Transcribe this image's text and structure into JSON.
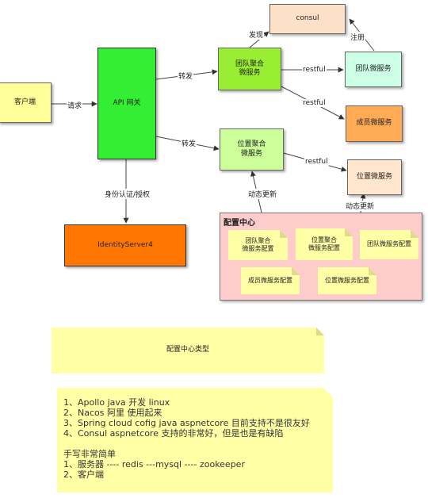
{
  "nodes": {
    "client": "客户端",
    "gateway": "API 网关",
    "identity": "IdentityServer4",
    "consul": "consul",
    "team_agg": "团队聚合\n微服务",
    "loc_agg": "位置聚合\n微服务",
    "team_svc": "团队微服务",
    "member_svc": "成员微服务",
    "loc_svc": "位置微服务"
  },
  "edges": {
    "request": "请求",
    "forward1": "转发",
    "forward2": "转发",
    "auth": "身份认证/授权",
    "discover": "发现",
    "register": "注册",
    "restful1": "restful",
    "restful2": "restful",
    "restful3": "restful",
    "dyn1": "动态更新",
    "dyn2": "动态更新"
  },
  "config_center": {
    "title": "配置中心",
    "notes": [
      "团队聚合\n微服务配置",
      "位置聚合\n微服务配置",
      "团队微服务配置",
      "成员微服务配置",
      "位置微服务配置"
    ]
  },
  "config_type_note": "配置中心类型",
  "notes_block": {
    "lines": [
      "1、Apollo java 开发 linux",
      "2、Nacos  阿里 使用起来",
      "3、Spring cloud cofig java aspnetcore 目前支持不是很友好",
      "4、Consul aspnetcore 支持的非常好，但是也是有缺陷",
      "",
      "手写非常简单",
      "1、服务器 ---- redis ---mysql ---- zookeeper",
      "2、客户端"
    ]
  },
  "colors": {
    "client": "#ffff99",
    "gateway": "#33ee33",
    "identity": "#ff7700",
    "consul": "#fde0c8",
    "team_agg": "#99ee33",
    "loc_agg": "#ccff99",
    "team_svc": "#ccffe6",
    "member_svc": "#ffaa55",
    "loc_svc": "#ffe6cc",
    "config_center": "#ffcccc",
    "note": "#ffffa6"
  }
}
